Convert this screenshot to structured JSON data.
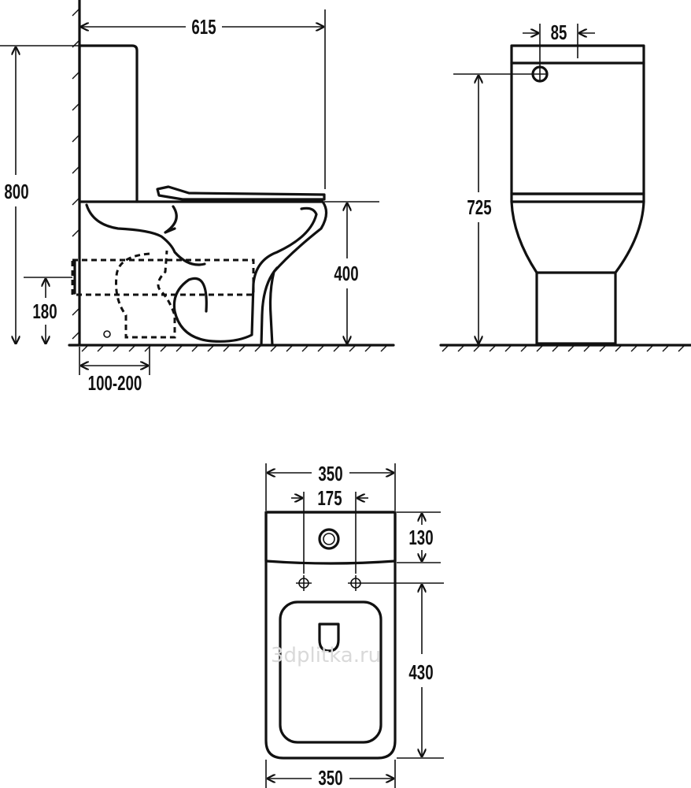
{
  "side_view": {
    "width_label": "615",
    "height_label": "800",
    "seat_height_label": "400",
    "inlet_height_label": "180",
    "outlet_distance_label": "100-200"
  },
  "front_view": {
    "pipe_offset_label": "85",
    "inlet_height_label": "725"
  },
  "top_view": {
    "width_top_label": "350",
    "hole_spacing_label": "175",
    "tank_depth_label": "130",
    "bowl_length_label": "430",
    "width_bottom_label": "350",
    "watermark": "3dplitka.ru"
  },
  "colors": {
    "line": "#111111",
    "background": "#ffffff",
    "watermark": "#d9d9d9"
  }
}
